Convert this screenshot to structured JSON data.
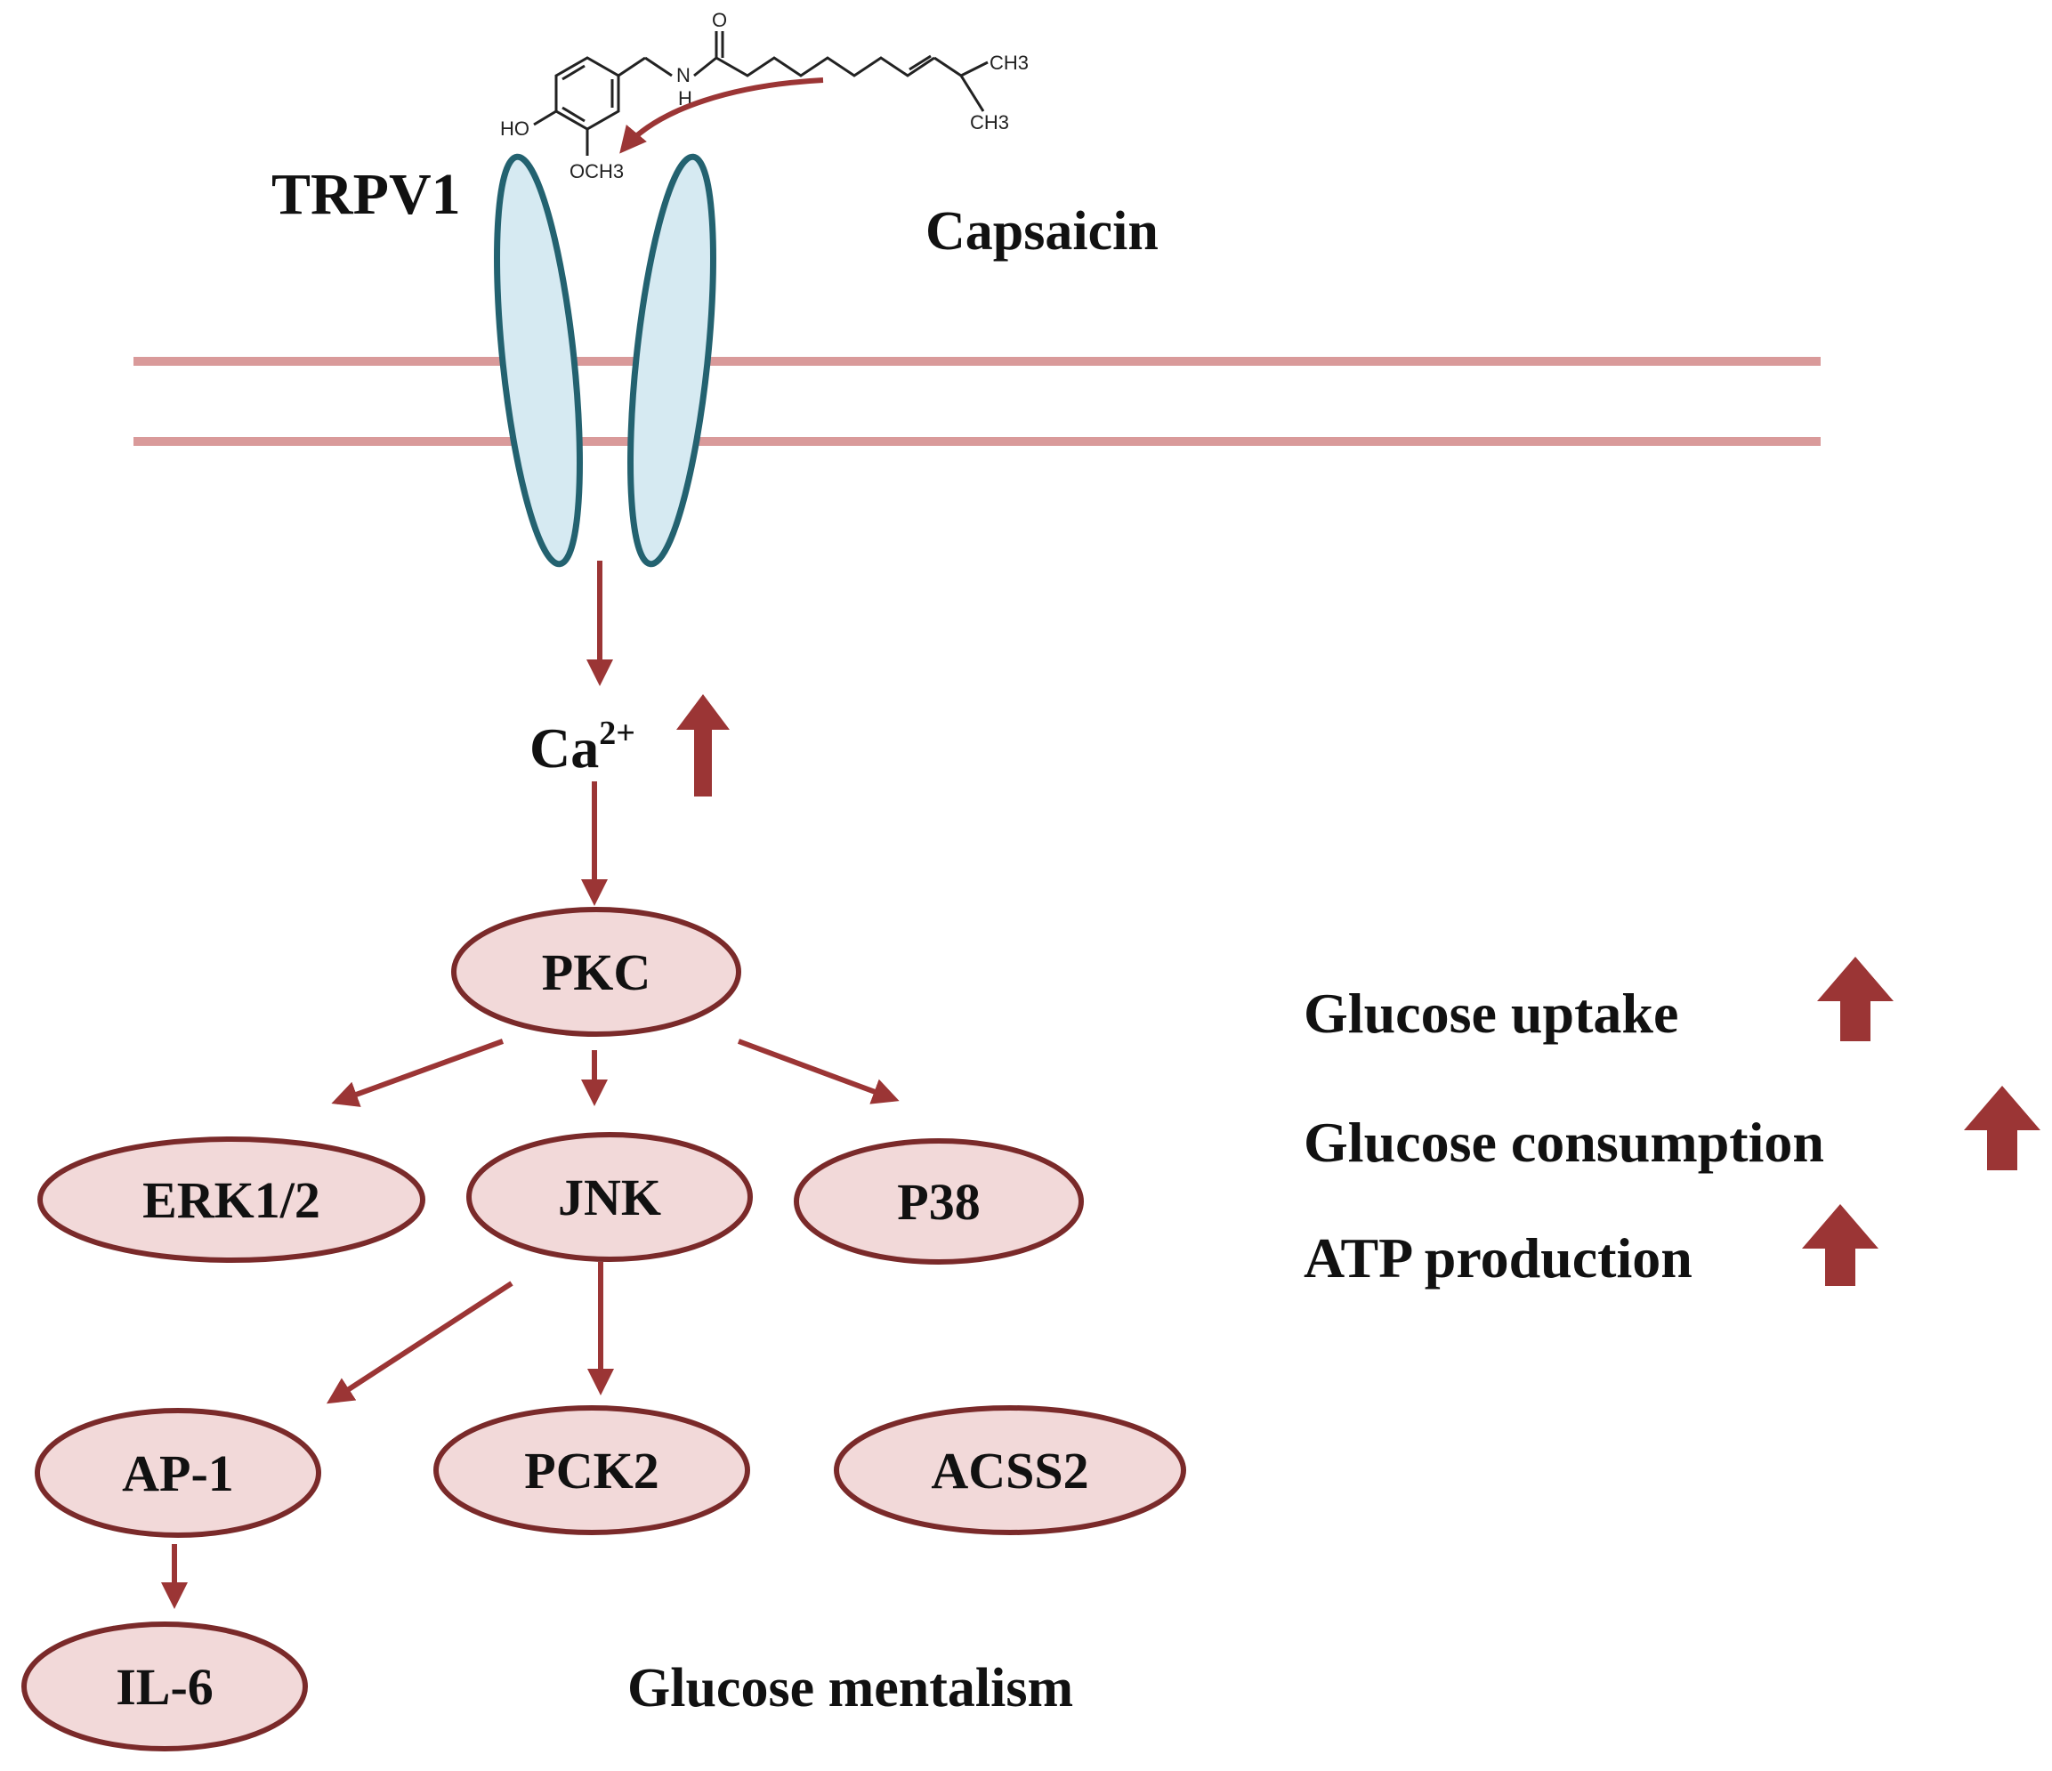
{
  "colors": {
    "arrow": "#9b3535",
    "node_fill": "#f2d9d9",
    "node_stroke": "#7a2a2a",
    "channel_fill": "#d6eaf2",
    "channel_stroke": "#236270",
    "membrane": "#d99a9a",
    "text": "#111111"
  },
  "receptor": {
    "label": "TRPV1"
  },
  "ligand": {
    "label": "Capsaicin",
    "structure_labels": {
      "ho": "HO",
      "och3": "OCH3",
      "nh": "H",
      "n": "N",
      "o": "O",
      "ch3_top": "CH3",
      "ch3_bottom": "CH3"
    },
    "icon": "molecule-structure"
  },
  "calcium": {
    "label": "Ca",
    "superscript": "2+",
    "trend_icon": "up-arrow-icon"
  },
  "nodes": {
    "pkc": "PKC",
    "erk": "ERK1/2",
    "jnk": "JNK",
    "p38": "P38",
    "ap1": "AP-1",
    "pck2": "PCK2",
    "acss2": "ACSS2",
    "il6": "IL-6"
  },
  "effects": [
    {
      "label": "Glucose uptake",
      "trend": "up"
    },
    {
      "label": "Glucose consumption",
      "trend": "up"
    },
    {
      "label": "ATP production",
      "trend": "up"
    }
  ],
  "footer_label": "Glucose mentalism"
}
